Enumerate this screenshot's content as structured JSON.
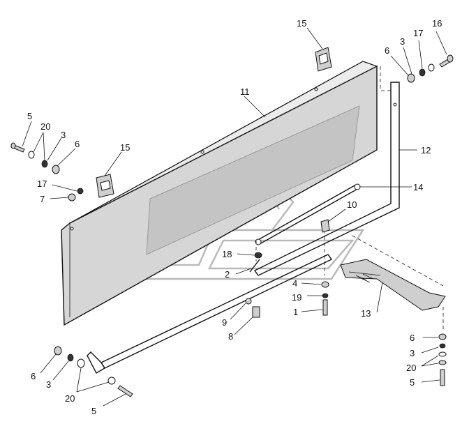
{
  "labels": {
    "l15a": "15",
    "l15b": "15",
    "l16": "16",
    "l17a": "17",
    "l17b": "17",
    "l3a": "3",
    "l3b": "3",
    "l3c": "3",
    "l3d": "3",
    "l6a": "6",
    "l6b": "6",
    "l6c": "6",
    "l6d": "6",
    "l11": "11",
    "l12": "12",
    "l14": "14",
    "l10": "10",
    "l5a": "5",
    "l5b": "5",
    "l5c": "5",
    "l20a": "20",
    "l20b": "20",
    "l20c": "20",
    "l7": "7",
    "l18": "18",
    "l2": "2",
    "l4": "4",
    "l19": "19",
    "l1": "1",
    "l13": "13",
    "l9": "9",
    "l8": "8"
  }
}
